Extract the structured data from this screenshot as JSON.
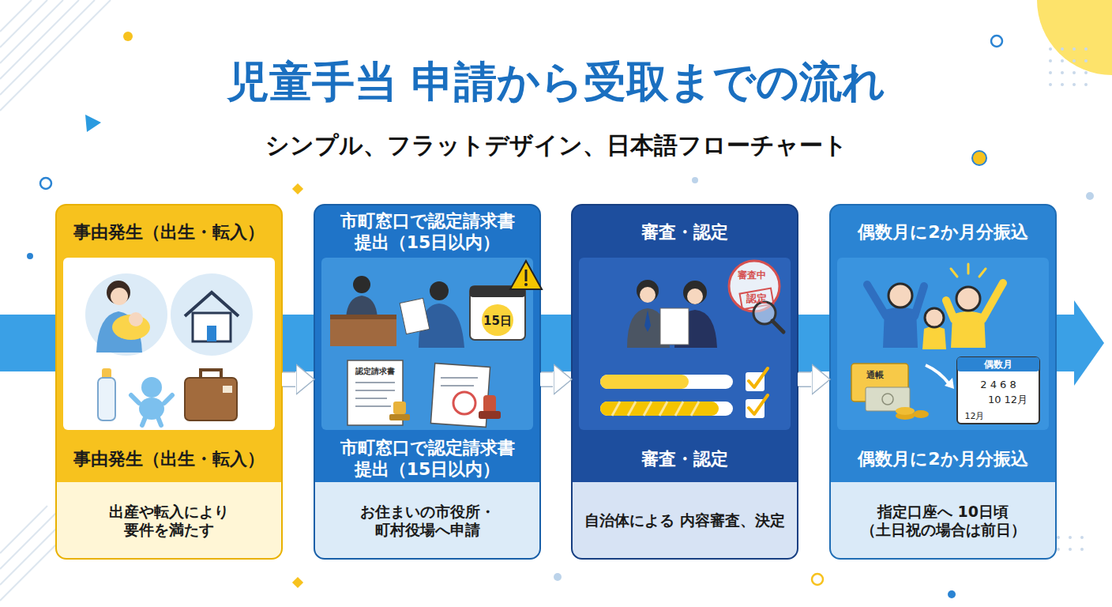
{
  "diagram": {
    "title": "児童手当 申請から受取までの流れ",
    "nodes": [
      {
        "text": [
          "事由発生（出生・転入）",
          "事由発生（出生・転入）",
          "出産や転入により 要件を満たす"
        ]
      },
      {
        "text": [
          "市町窓口で認定請求書 提出（15日以内）",
          "市町窓口で認定請求書 提出（15日以内）",
          "お住まいの市役所・ 町村役場へ申請"
        ]
      },
      {
        "text": [
          "審査・認定",
          "審査・認定",
          "自治体による 内容審査、決定"
        ]
      },
      {
        "text": [
          "偶数月に2か月分振込",
          "偶数月に2か月分振込",
          "指定口座へ 10日頃（土日祝の場合は前日）"
        ]
      }
    ],
    "edges": [
      {
        "from": 0,
        "to": 1,
        "arrow": "to"
      },
      {
        "from": 1,
        "to": 2,
        "arrow": "to"
      },
      {
        "from": 2,
        "to": 3,
        "arrow": "to"
      }
    ],
    "labels": [
      "シンプル、フラットデザイン、日本語フローチャート",
      "認定請求書",
      "15日",
      "審査中",
      "認定",
      "通帳",
      "偶数月",
      "2 4 6 8",
      "10 12月",
      "12月"
    ]
  }
}
